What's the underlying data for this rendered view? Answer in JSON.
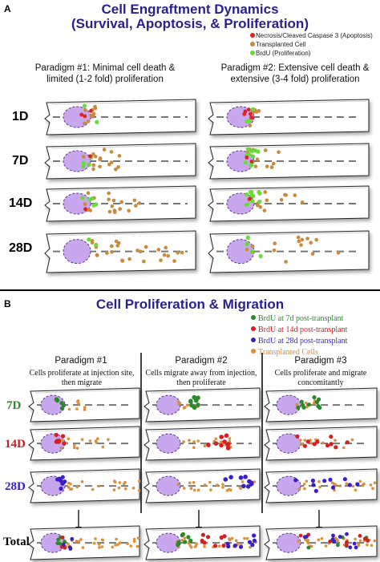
{
  "panel_a": {
    "letter": "A",
    "title_line1": "Cell Engraftment Dynamics",
    "title_line2": "(Survival, Apoptosis, & Proliferation)",
    "legend": [
      {
        "label": "Necrosis/Cleaved Caspase 3 (Apoptosis)",
        "color": "#e02020"
      },
      {
        "label": "Transplanted Cell",
        "color": "#c98a3c"
      },
      {
        "label": "BrdU (Proliferation)",
        "color": "#66dd33"
      }
    ],
    "paradigms": [
      {
        "line1": "Paradigm #1: Minimal cell death &",
        "line2": "limited (1-2 fold) proliferation"
      },
      {
        "line1": "Paradigm #2: Extensive cell death &",
        "line2": "extensive (3-4 fold) proliferation"
      }
    ],
    "rows": [
      "1D",
      "7D",
      "14D",
      "28D"
    ]
  },
  "panel_b": {
    "letter": "B",
    "title": "Cell Proliferation & Migration",
    "legend": [
      {
        "label": "BrdU at 7d post-transplant",
        "color": "#2a8a2a"
      },
      {
        "label": "BrdU at 14d post-transplant",
        "color": "#d42020"
      },
      {
        "label": "BrdU at 28d post-transplant",
        "color": "#3a1fc8"
      },
      {
        "label": "Transplanted Cells",
        "color": "#d98f3c"
      }
    ],
    "paradigms": [
      {
        "title": "Paradigm #1",
        "desc": "Cells proliferate at injection site, then migrate"
      },
      {
        "title": "Paradigm #2",
        "desc": "Cells migrate away from injection, then proliferate"
      },
      {
        "title": "Paradigm #3",
        "desc": "Cells proliferate and migrate concomitantly"
      }
    ],
    "rows": [
      {
        "label": "7D",
        "color": "#2a8a2a"
      },
      {
        "label": "14D",
        "color": "#c42020"
      },
      {
        "label": "28D",
        "color": "#3a1fc8"
      }
    ],
    "total_label": "Total"
  },
  "colors": {
    "title": "#2a1f8f",
    "injection_fill": "#c9a7ee",
    "injection_stroke": "#5a3a8a",
    "divider": "#000000"
  }
}
